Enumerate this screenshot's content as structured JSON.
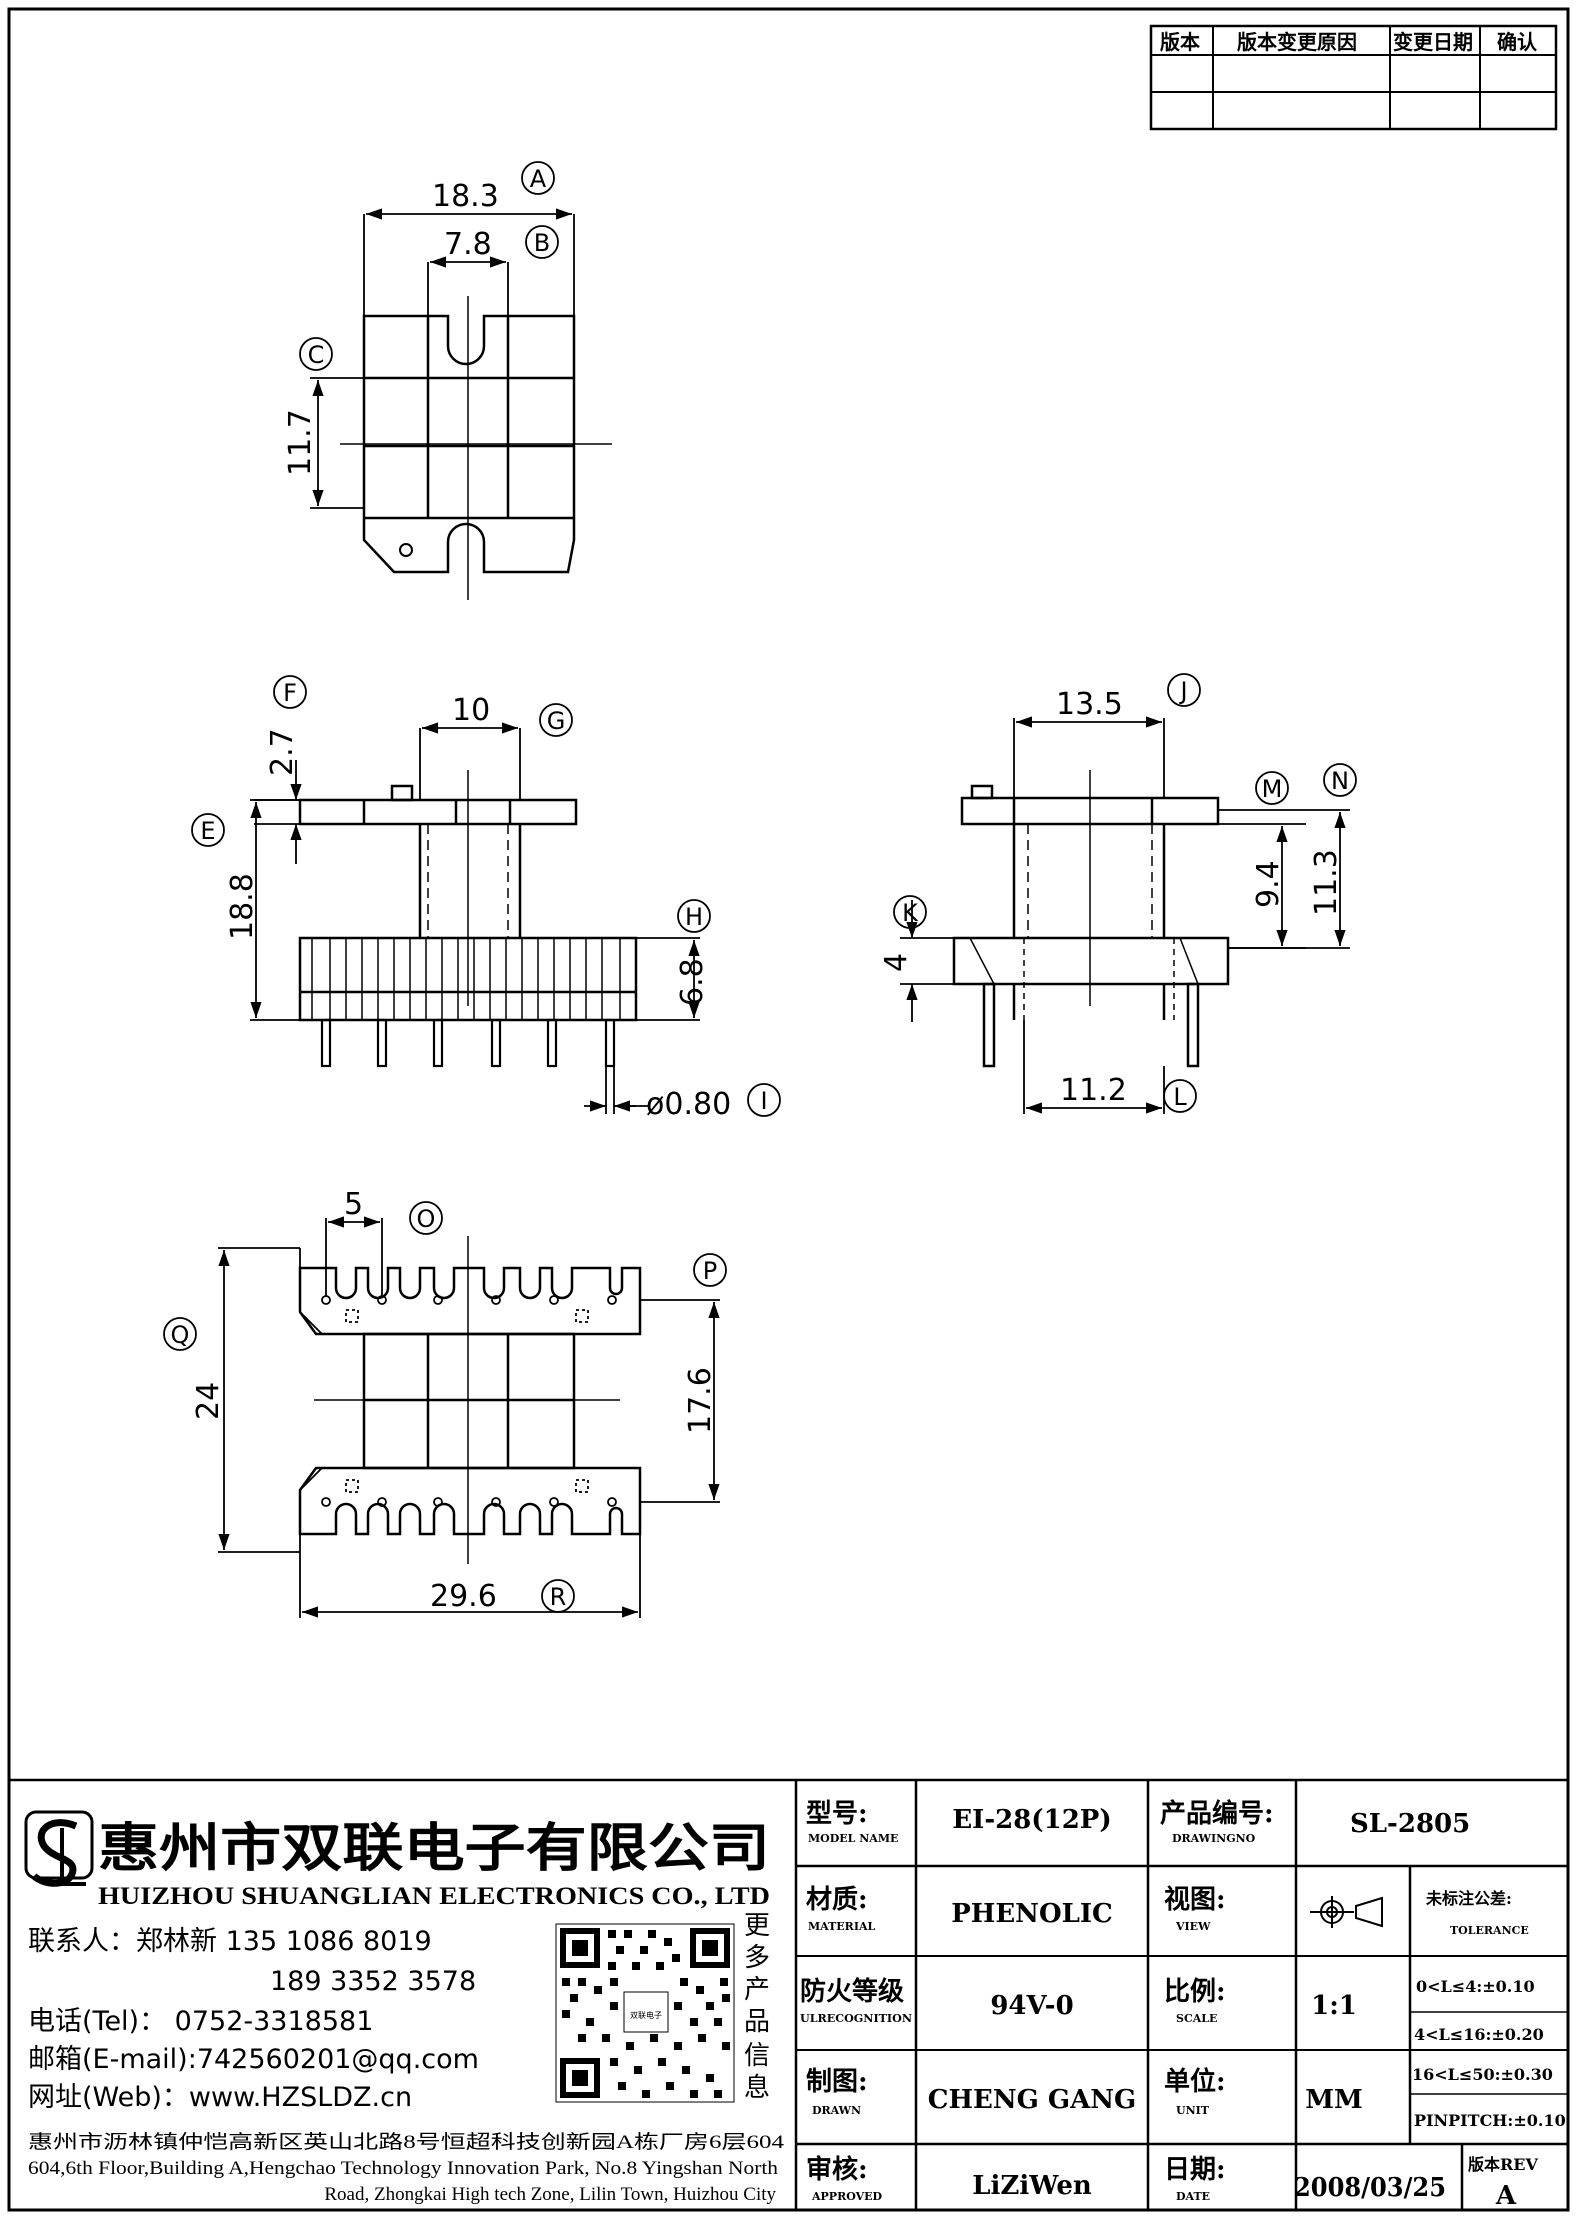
{
  "revision_table": {
    "headers": [
      "版本",
      "版本变更原因",
      "变更日期",
      "确认"
    ]
  },
  "dimensions": {
    "A": {
      "label": "A",
      "value": "18.3"
    },
    "B": {
      "label": "B",
      "value": "7.8"
    },
    "C": {
      "label": "C",
      "value": "11.7"
    },
    "E": {
      "label": "E",
      "value": "18.8"
    },
    "F": {
      "label": "F",
      "value": "2.7"
    },
    "G": {
      "label": "G",
      "value": "10"
    },
    "H": {
      "label": "H",
      "value": "6.8"
    },
    "I": {
      "label": "I",
      "value": "ø0.80"
    },
    "J": {
      "label": "J",
      "value": "13.5"
    },
    "K": {
      "label": "K",
      "value": "4"
    },
    "L": {
      "label": "L",
      "value": "11.2"
    },
    "M": {
      "label": "M",
      "value": "9.4"
    },
    "N": {
      "label": "N",
      "value": "11.3"
    },
    "O": {
      "label": "O",
      "value": "5"
    },
    "P": {
      "label": "P",
      "value": "17.6"
    },
    "Q": {
      "label": "Q",
      "value": "24"
    },
    "R": {
      "label": "R",
      "value": "29.6"
    }
  },
  "company": {
    "name_cn": "惠州市双联电子有限公司",
    "name_en": "HUIZHOU SHUANGLIAN ELECTRONICS CO., LTD",
    "contact_line1": "联系人：郑林新  135 1086 8019",
    "contact_line2": "189 3352 3578",
    "tel": "电话(Tel)： 0752-3318581",
    "email": "邮箱(E-mail):742560201@qq.com",
    "web": "网址(Web)：www.HZSLDZ.cn",
    "address_cn": "惠州市沥林镇仲恺高新区英山北路8号恒超科技创新园A栋厂房6层604",
    "address_en1": "604,6th Floor,Building A,Hengchao Technology Innovation Park, No.8 Yingshan North",
    "address_en2": "Road, Zhongkai High tech Zone, Lilin Town, Huizhou City",
    "qr_caption": [
      "更",
      "多",
      "产",
      "品",
      "信",
      "息"
    ],
    "qr_logo_text": "双联电子"
  },
  "title_block": {
    "model_label": "型号:",
    "model_sub": "MODEL NAME",
    "model_value": "EI-28(12P)",
    "drawing_label": "产品编号:",
    "drawing_sub": "DRAWINGNO",
    "drawing_value": "SL-2805",
    "material_label": "材质:",
    "material_sub": "MATERIAL",
    "material_value": "PHENOLIC",
    "view_label": "视图:",
    "view_sub": "VIEW",
    "tolerance_label": "未标注公差:",
    "tolerance_sub": "TOLERANCE",
    "flame_label": "防火等级",
    "flame_sub": "ULRECOGNITION",
    "flame_value": "94V-0",
    "scale_label": "比例:",
    "scale_sub": "SCALE",
    "scale_value": "1:1",
    "tol1": "0<L≤4:±0.10",
    "tol2": "4<L≤16:±0.20",
    "tol3": "16<L≤50:±0.30",
    "tol4": "PINPITCH:±0.10",
    "drawn_label": "制图:",
    "drawn_sub": "DRAWN",
    "drawn_value": "CHENG GANG",
    "unit_label": "单位:",
    "unit_sub": "UNIT",
    "unit_value": "MM",
    "approved_label": "审核:",
    "approved_sub": "APPROVED",
    "approved_value": "LiZiWen",
    "date_label": "日期:",
    "date_sub": "DATE",
    "date_value": "2008/03/25",
    "rev_label": "版本REV",
    "rev_value": "A"
  }
}
